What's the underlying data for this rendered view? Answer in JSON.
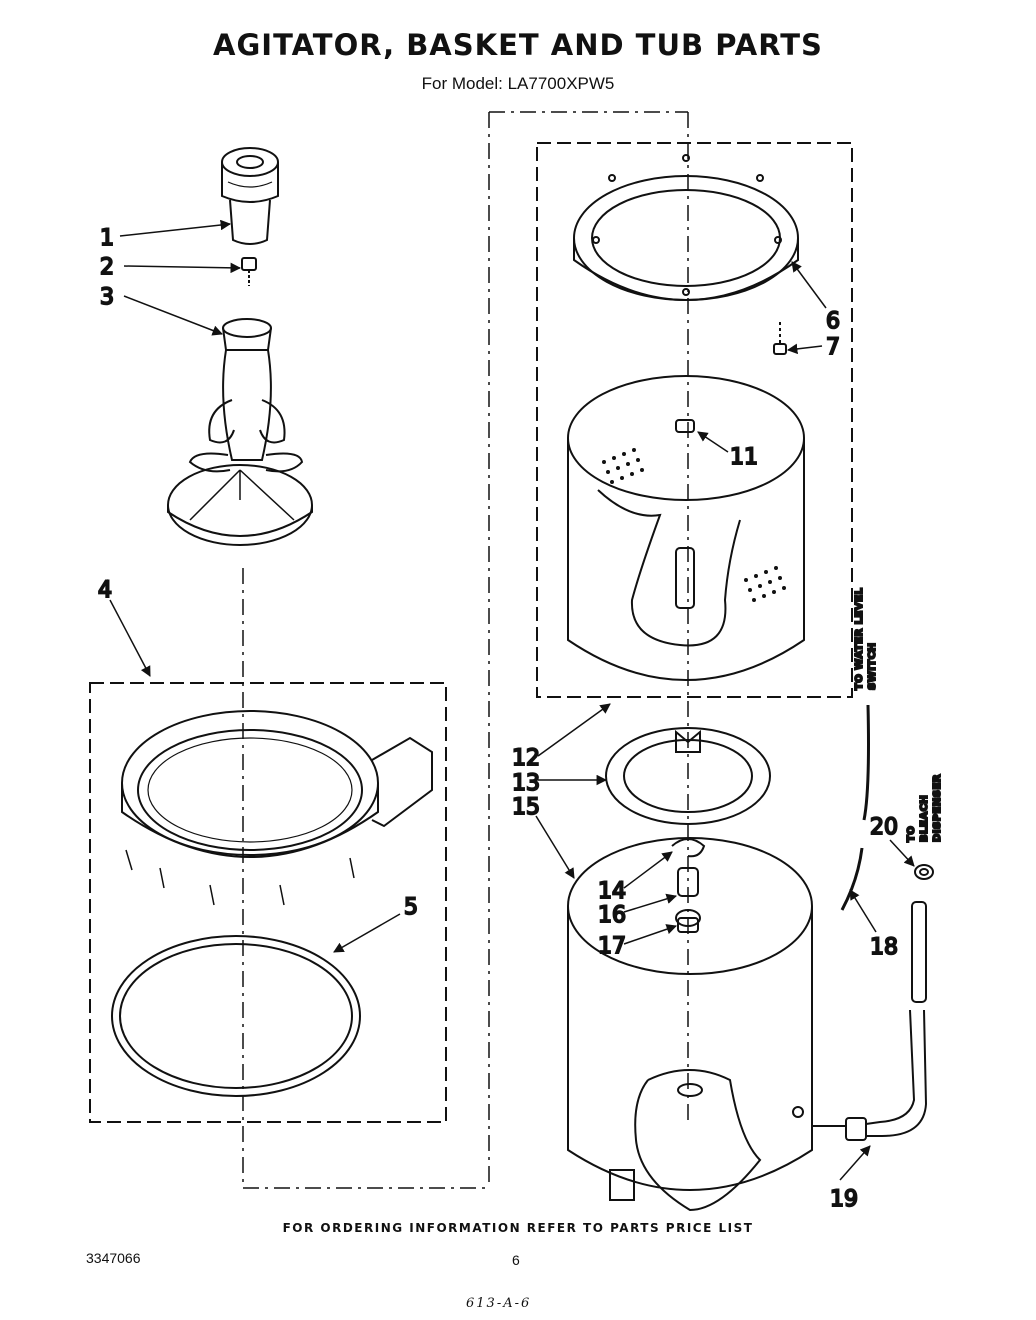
{
  "header": {
    "title": "AGITATOR, BASKET AND TUB PARTS",
    "subtitle": "For Model: LA7700XPW5"
  },
  "callouts": {
    "c1": "1",
    "c2": "2",
    "c3": "3",
    "c4": "4",
    "c5": "5",
    "c6": "6",
    "c7": "7",
    "c11": "11",
    "c12": "12",
    "c13": "13",
    "c14": "14",
    "c15": "15",
    "c16": "16",
    "c17": "17",
    "c18": "18",
    "c19": "19",
    "c20": "20"
  },
  "hose_labels": {
    "water_level_line1": "TO WATER LEVEL",
    "water_level_line2": "SWITCH",
    "bleach_line1": "TO",
    "bleach_line2": "BLEACH",
    "bleach_line3": "DISPENSER"
  },
  "footer": {
    "ordering_note": "FOR ORDERING INFORMATION REFER TO PARTS PRICE LIST",
    "doc_number": "3347066",
    "page_number": "6",
    "handwritten_code": "613-A-6"
  }
}
